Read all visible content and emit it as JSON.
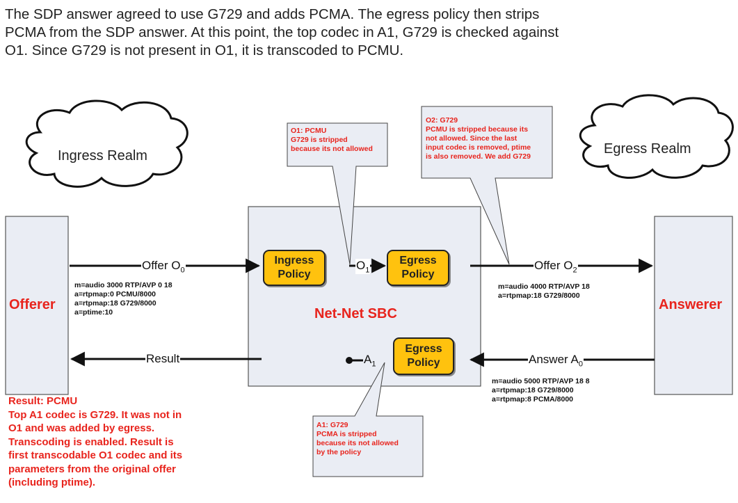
{
  "intro": [
    "The SDP answer agreed to use G729 and adds PCMA. The egress policy then strips",
    "PCMA from the SDP answer. At this point, the top codec in A1, G729 is checked against",
    "O1. Since G729 is not present in O1, it is transcoded to PCMU."
  ],
  "diagram": {
    "ingress_realm": "Ingress Realm",
    "egress_realm": "Egress Realm",
    "offerer": "Offerer",
    "answerer": "Answerer",
    "sbc": "Net-Net SBC",
    "ingress_policy": [
      "Ingress",
      "Policy"
    ],
    "egress_policy": [
      "Egress",
      "Policy"
    ],
    "egress_policy_answer": [
      "Egress",
      "Policy"
    ],
    "flows": {
      "offer_o0": {
        "text": "Offer O",
        "sub": "0"
      },
      "o1": {
        "text": "O",
        "sub": "1"
      },
      "offer_o2": {
        "text": "Offer O",
        "sub": "2"
      },
      "answer_a0": {
        "text": "Answer A",
        "sub": "0"
      },
      "a1": {
        "text": "A",
        "sub": "1"
      },
      "result": "Result"
    },
    "sdp_offer_o0": [
      "m=audio 3000 RTP/AVP 0 18",
      "a=rtpmap:0 PCMU/8000",
      "a=rtpmap:18 G729/8000",
      "a=ptime:10"
    ],
    "sdp_offer_o2": [
      "m=audio 4000 RTP/AVP 18",
      "a=rtpmap:18 G729/8000"
    ],
    "sdp_answer_a0": [
      "m=audio 5000 RTP/AVP 18 8",
      "a=rtpmap:18 G729/8000",
      "a=rtpmap:8 PCMA/8000"
    ],
    "callout_o1": [
      "O1: PCMU",
      "G729 is stripped",
      "because its not allowed"
    ],
    "callout_o2": [
      "O2: G729",
      "PCMU is stripped because its",
      "not allowed. Since the last",
      "input codec is removed, ptime",
      "is also removed. We add G729"
    ],
    "callout_a1": [
      "A1: G729",
      "PCMA is stripped",
      "because its not allowed",
      "by the policy"
    ],
    "result_note": [
      "Result: PCMU",
      "Top A1 codec is G729. It was not in",
      "O1 and was added by egress.",
      "Transcoding is enabled. Result is",
      "first transcodable O1 codec and its",
      "parameters from the original offer",
      "(including ptime)."
    ]
  },
  "colors": {
    "accent_red": "#e8241d",
    "policy_fill": "#ffc20e",
    "box_fill": "#eaedf4"
  }
}
